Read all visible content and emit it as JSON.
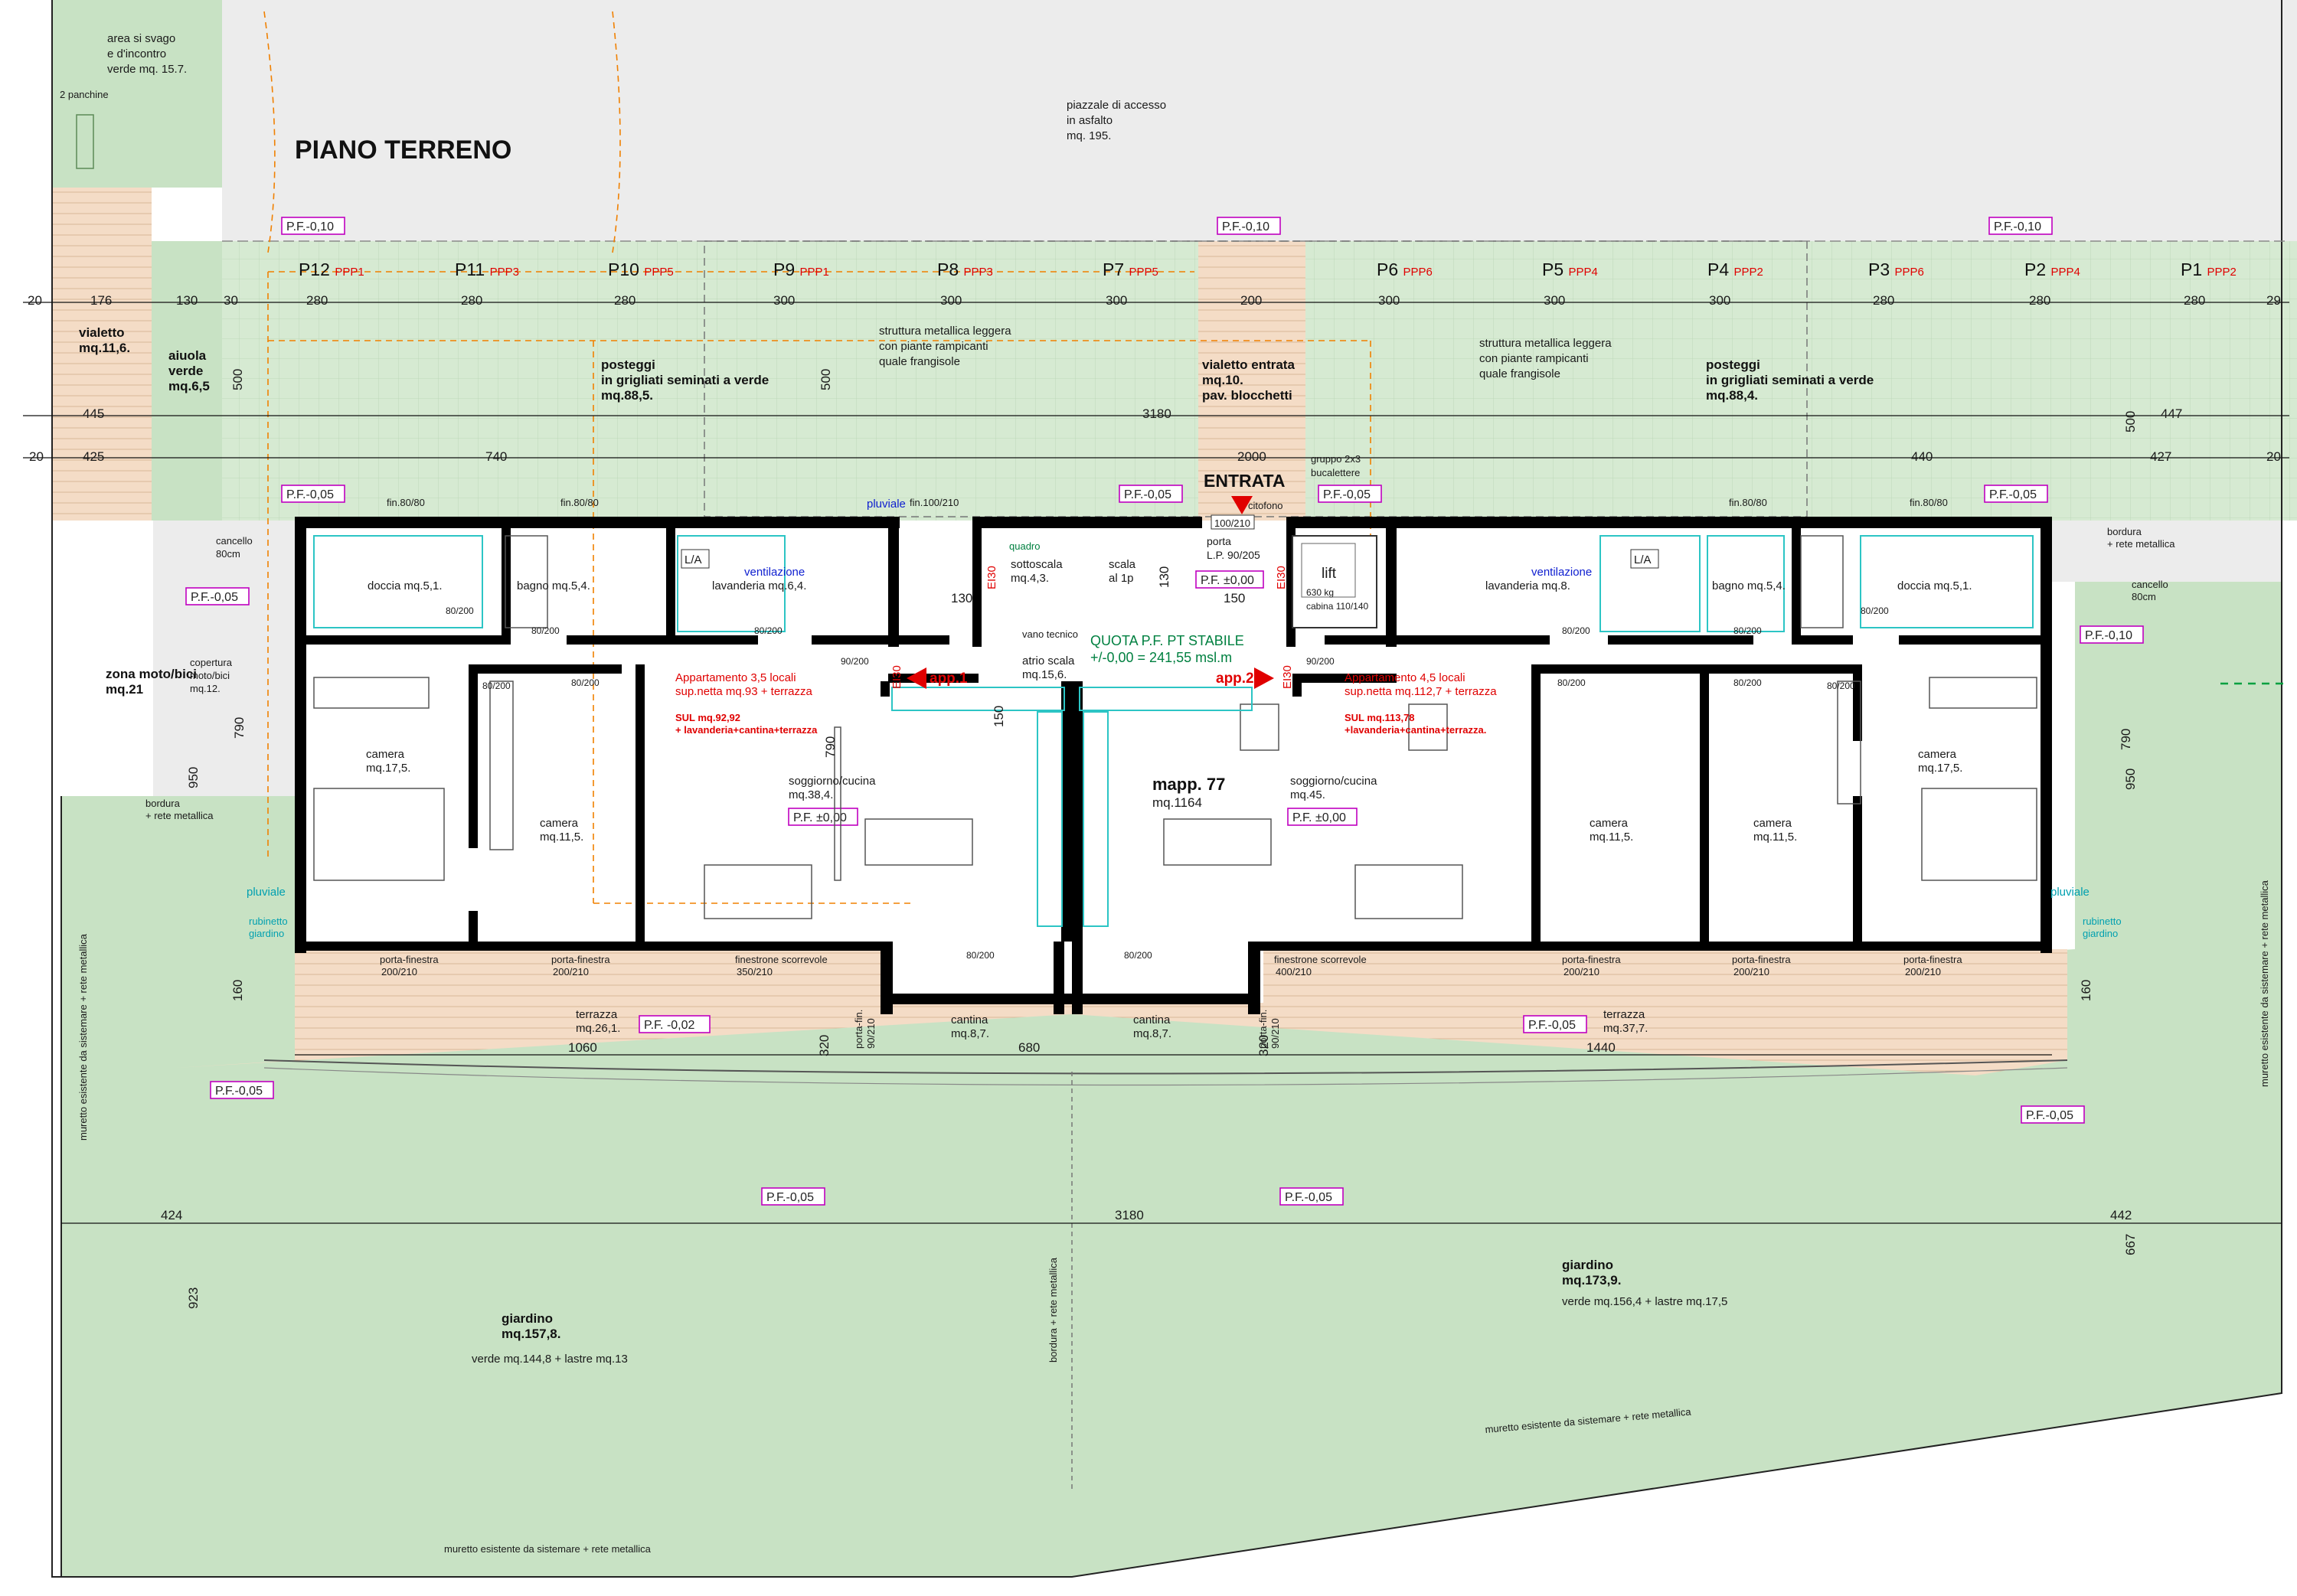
{
  "title": "PIANO TERRENO",
  "colors": {
    "garden": "#c8e2c4",
    "parking": "#d6ead2",
    "terrace": "#f4dcc6",
    "asphalt": "#ececec",
    "wall": "#000000",
    "pf_box": "#c000c0",
    "apt_text": "#e00000",
    "entry": "#008040"
  },
  "top": {
    "area_svago": [
      "area si svago",
      "e d'incontro",
      "verde mq. 15.7."
    ],
    "panchine": "2 panchine",
    "piazzale": [
      "piazzale di accesso",
      "in asfalto",
      "mq. 195."
    ]
  },
  "levels": {
    "pf_m010": "P.F.-0,10",
    "pf_m005": "P.F.-0,05",
    "pf_m002": "P.F. -0,02",
    "pf_000": "P.F. ±0,00"
  },
  "parking": [
    {
      "id": "P12",
      "type": "PPP1",
      "width": "280"
    },
    {
      "id": "P11",
      "type": "PPP3",
      "width": "280"
    },
    {
      "id": "P10",
      "type": "PPP5",
      "width": "280"
    },
    {
      "id": "P9",
      "type": "PPP1",
      "width": "300"
    },
    {
      "id": "P8",
      "type": "PPP3",
      "width": "300"
    },
    {
      "id": "P7",
      "type": "PPP5",
      "width": "300"
    },
    {
      "id": "P6",
      "type": "PPP6",
      "width": "300"
    },
    {
      "id": "P5",
      "type": "PPP4",
      "width": "300"
    },
    {
      "id": "P4",
      "type": "PPP2",
      "width": "300"
    },
    {
      "id": "P3",
      "type": "PPP6",
      "width": "280"
    },
    {
      "id": "P2",
      "type": "PPP4",
      "width": "280"
    },
    {
      "id": "P1",
      "type": "PPP2",
      "width": "280"
    }
  ],
  "dims": {
    "d20": "20",
    "d176": "176",
    "d130": "130",
    "d30": "30",
    "d200": "200",
    "d29": "29",
    "d500": "500",
    "d445": "445",
    "d3180": "3180",
    "d447": "447",
    "d425": "425",
    "d740": "740",
    "d2000": "2000",
    "d440": "440",
    "d427": "427",
    "d790": "790",
    "d950": "950",
    "d150": "150",
    "d160": "160",
    "d320": "320",
    "d1060": "1060",
    "d680": "680",
    "d1440": "1440",
    "d424": "424",
    "d442": "442",
    "d923": "923",
    "d667": "667"
  },
  "labels": {
    "vialetto": [
      "vialetto",
      "mq.11,6."
    ],
    "aiuola": [
      "aiuola",
      "verde",
      "mq.6,5"
    ],
    "struttura": [
      "struttura metallica leggera",
      "con piante rampicanti",
      "quale frangisole"
    ],
    "posteggi_l": [
      "posteggi",
      "in grigliati seminati a verde",
      "mq.88,5."
    ],
    "posteggi_r": [
      "posteggi",
      "in grigliati seminati a verde",
      "mq.88,4."
    ],
    "vialetto_entrata": [
      "vialetto entrata",
      "mq.10.",
      "pav. blocchetti"
    ],
    "entrata": "ENTRATA",
    "gruppo": [
      "gruppo 2x3",
      "bucalettere"
    ],
    "citofono": "citofono",
    "porta_main": "100/210",
    "fin_80": "fin.80/80",
    "fin_100": "fin.100/210",
    "pluviale": "pluviale",
    "quadro": "quadro",
    "cancello": [
      "cancello",
      "80cm"
    ],
    "bordura_rete": [
      "bordura",
      "+ rete metallica"
    ],
    "zona_moto": [
      "zona moto/bici",
      "mq.21"
    ],
    "copertura": [
      "copertura",
      "moto/bici",
      "mq.12."
    ],
    "doccia": "doccia mq.5,1.",
    "bagno": "bagno mq.5,4.",
    "la": "L/A",
    "ventilazione": "ventilazione",
    "lavanderia_l": "lavanderia mq.6,4.",
    "lavanderia_r": "lavanderia mq.8.",
    "sottoscala": [
      "sottoscala",
      "mq.4,3."
    ],
    "scala": [
      "scala",
      "al 1p"
    ],
    "porta_lp": [
      "porta",
      "L.P. 90/205"
    ],
    "lift": [
      "lift",
      "630 kg",
      "cabina 110/140"
    ],
    "ei30": "EI30",
    "vano_tecnico": "vano tecnico",
    "atrio": [
      "atrio scala",
      "mq.15,6."
    ],
    "quota": [
      "QUOTA P.F. PT STABILE",
      "+/-0,00 = 241,55 msl.m"
    ],
    "app1": "app.1",
    "app2": "app.2",
    "apt1": [
      "Appartamento 3,5 locali",
      "sup.netta mq.93 + terrazza"
    ],
    "sul1": [
      "SUL mq.92,92",
      "+ lavanderia+cantina+terrazza"
    ],
    "apt2": [
      "Appartamento 4,5 locali",
      "sup.netta mq.112,7 + terrazza"
    ],
    "sul2": [
      "SUL mq.113,78",
      "+lavanderia+cantina+terrazza."
    ],
    "camera_175": [
      "camera",
      "mq.17,5."
    ],
    "camera_115": [
      "camera",
      "mq.11,5."
    ],
    "soggiorno_l": [
      "soggiorno/cucina",
      "mq.38,4."
    ],
    "soggiorno_r": [
      "soggiorno/cucina",
      "mq.45."
    ],
    "mapp": [
      "mapp. 77",
      "mq.1164"
    ],
    "door_80": "80/200",
    "door_90": "90/200",
    "rubinetto": [
      "rubinetto",
      "giardino"
    ],
    "porta_finestra": [
      "porta-finestra",
      "200/210"
    ],
    "finestrone_l": [
      "finestrone scorrevole",
      "350/210"
    ],
    "finestrone_r": [
      "finestrone scorrevole",
      "400/210"
    ],
    "porta_fin": [
      "porta-fin.",
      "90/210"
    ],
    "terrazza_l": [
      "terrazza",
      "mq.26,1."
    ],
    "terrazza_r": [
      "terrazza",
      "mq.37,7."
    ],
    "cantina": [
      "cantina",
      "mq.8,7."
    ],
    "giardino_l": [
      "giardino",
      "mq.157,8.",
      "verde mq.144,8 + lastre mq.13"
    ],
    "giardino_r": [
      "giardino",
      "mq.173,9.",
      "verde mq.156,4 + lastre mq.17,5"
    ],
    "muretto": "muretto esistente da sistemare + rete metallica",
    "bordura_vert": "bordura + rete metallica"
  }
}
